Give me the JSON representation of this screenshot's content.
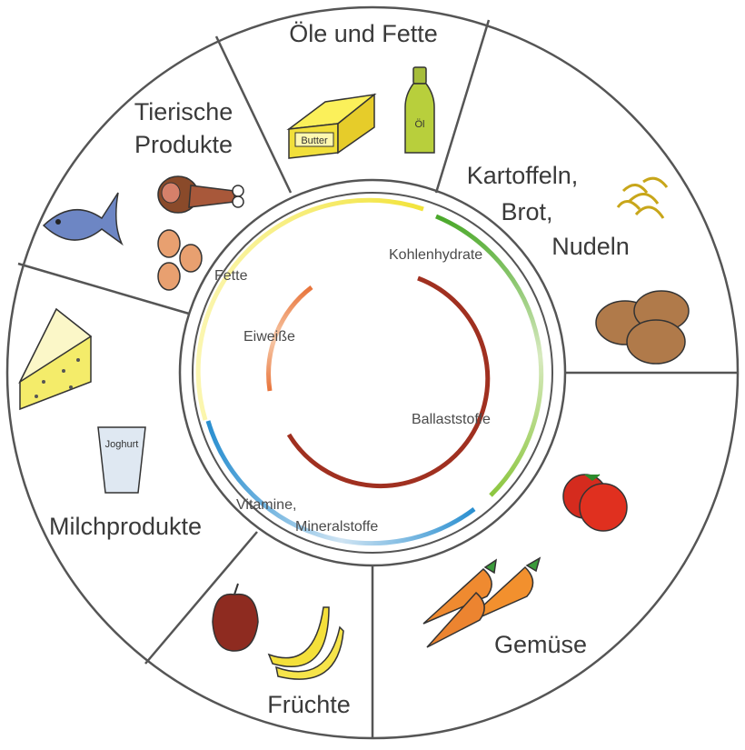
{
  "segments": {
    "oele_fette": "Öle und Fette",
    "tierische_1": "Tierische",
    "tierische_2": "Produkte",
    "kartoffeln_1": "Kartoffeln,",
    "kartoffeln_2": "Brot,",
    "kartoffeln_3": "Nudeln",
    "milch": "Milchprodukte",
    "fruechte": "Früchte",
    "gemuese": "Gemüse"
  },
  "nutrients": {
    "fette": "Fette",
    "kohlenhydrate": "Kohlenhydrate",
    "eiweisse": "Eiweiße",
    "ballaststoffe": "Ballaststoffe",
    "vitamine_1": "Vitamine,",
    "vitamine_2": "Mineralstoffe"
  },
  "food_labels": {
    "butter": "Butter",
    "oel": "Öl",
    "joghurt": "Joghurt"
  },
  "colors": {
    "ring_stroke": "#555555",
    "fette_arc": "#f2e33a",
    "kohlenhydrate_arc": "#8cc63f",
    "vitamine_arc": "#2a8fd0",
    "eiweisse_arc": "#e8743b",
    "ballaststoffe_arc": "#a03020"
  }
}
